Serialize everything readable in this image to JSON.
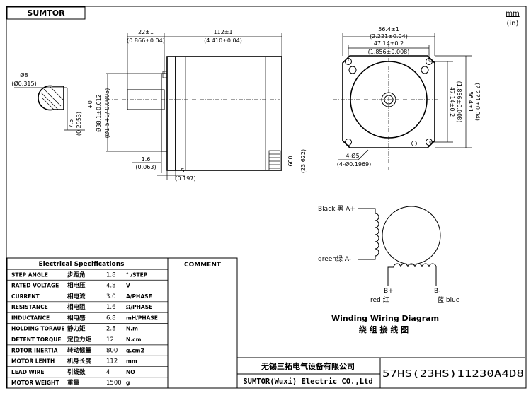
{
  "brand": "SUMTOR",
  "units": {
    "primary": "mm",
    "secondary": "(in)"
  },
  "side_view": {
    "shaft_len": "22±1",
    "shaft_len_in": "(0.866±0.04)",
    "body_len": "112±1",
    "body_len_in": "(4.410±0.04)",
    "flat": "Ø8",
    "flat_in": "(Ø0.315)",
    "flat_depth": "7.5",
    "flat_depth_in": "(0.2953)",
    "pilot": "Ø38.1±0.012",
    "pilot_in": "(Ø1.5+0/-0.0005)",
    "pilot_tol": "+0",
    "pilot_h": "1.6",
    "pilot_h_in": "(0.063)",
    "flange": "5",
    "flange_in": "(0.197)",
    "lead": "600",
    "lead_in": "(23.622)"
  },
  "front_view": {
    "size": "56.4±1",
    "size_in": "(2.221±0.04)",
    "hole_pitch": "47.14±0.2",
    "hole_pitch_in": "(1.856±0.008)",
    "vert_pitch": "47.14±0.2",
    "vert_pitch_in": "(1.856±0.008)",
    "vert_size": "56.4±1",
    "vert_size_in": "(2.221±0.04)",
    "holes": "4-Ø5",
    "holes_in": "(4-Ø0.1969)"
  },
  "wiring": {
    "a_plus": "Black 黑 A+",
    "a_minus": "green绿 A-",
    "b_plus": "B+",
    "b_plus_color": "red 红",
    "b_minus": "B-",
    "b_minus_color": "蓝 blue",
    "title": "Winding Wiring Diagram",
    "title_cn": "绕 组 接 线 图"
  },
  "spec_table": {
    "header": "Electrical Specifications",
    "comment_header": "COMMENT",
    "rows": [
      {
        "en": "STEP ANGLE",
        "cn": "步距角",
        "value": "1.8",
        "unit": "° /STEP"
      },
      {
        "en": "RATED VOLTAGE",
        "cn": "相电压",
        "value": "4.8",
        "unit": "V"
      },
      {
        "en": "CURRENT",
        "cn": "相电流",
        "value": "3.0",
        "unit": "A/PHASE"
      },
      {
        "en": "RESISTANCE",
        "cn": "相电阻",
        "value": "1.6",
        "unit": "Ω/PHASE"
      },
      {
        "en": "INDUCTANCE",
        "cn": "相电感",
        "value": "6.8",
        "unit": "mH/PHASE"
      },
      {
        "en": "HOLDING TORAUE",
        "cn": "静力矩",
        "value": "2.8",
        "unit": "N.m"
      },
      {
        "en": "DETENT TORQUE",
        "cn": "定位力矩",
        "value": "12",
        "unit": "N.cm"
      },
      {
        "en": "ROTOR INERTIA",
        "cn": "转动惯量",
        "value": "800",
        "unit": "g.cm2"
      },
      {
        "en": "MOTOR LENTH",
        "cn": "机身长度",
        "value": "112",
        "unit": "mm"
      },
      {
        "en": "LEAD WIRE",
        "cn": "引线数",
        "value": "4",
        "unit": "NO"
      },
      {
        "en": "MOTOR WEIGHT",
        "cn": "重量",
        "value": "1500",
        "unit": "g"
      }
    ]
  },
  "title_block": {
    "company_cn": "无锡三拓电气设备有限公司",
    "company_en": "SUMTOR(Wuxi) Electric CO.,Ltd",
    "model": "57HS(23HS)11230A4D8"
  }
}
